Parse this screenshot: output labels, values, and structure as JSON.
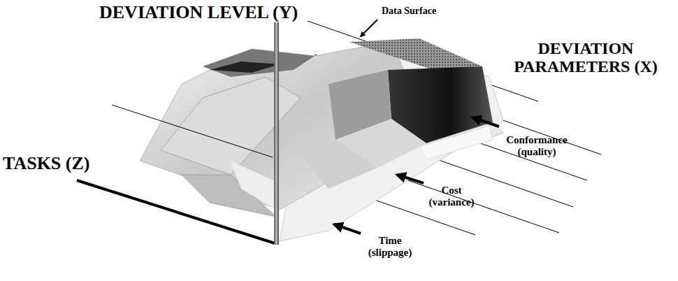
{
  "diagram": {
    "labels": [
      "DEVIATION LEVEL (Y)",
      "Data Surface",
      "DEVIATION PARAMETERS (X)",
      "TASKS (Z)",
      "Conformance (quality)",
      "Cost (variance)",
      "Time (slippage)"
    ]
  }
}
